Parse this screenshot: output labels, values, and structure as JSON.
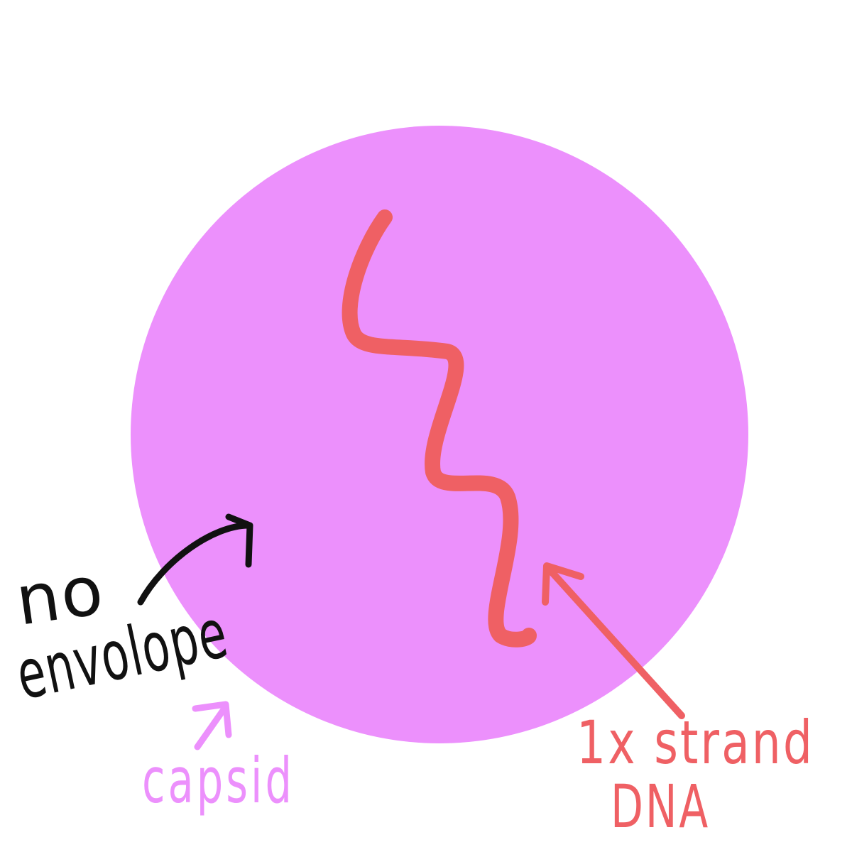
{
  "diagram": {
    "labels": {
      "envelope_line1": "no",
      "envelope_line2": "envolope",
      "capsid": "capsid",
      "dna_line1": "1x strand",
      "dna_line2": "DNA"
    },
    "colors": {
      "capsid": "#ec90fc",
      "dna": "#ef6064",
      "ink": "#111111",
      "background": "#ffffff"
    }
  }
}
